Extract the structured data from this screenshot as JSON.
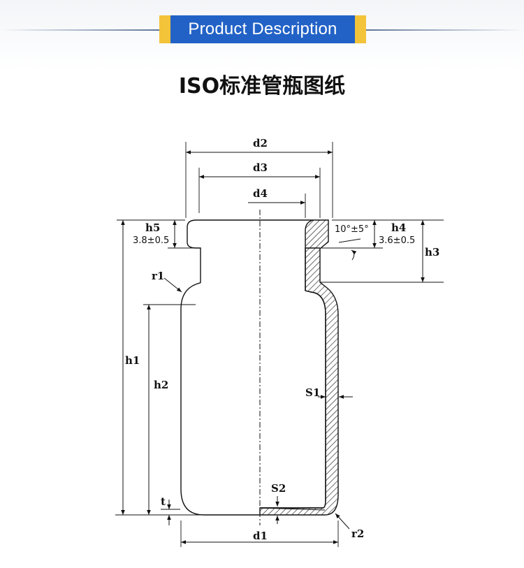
{
  "banner": {
    "title": "Product Description"
  },
  "heading": "ISO标准管瓶图纸",
  "labels": {
    "d2": "d2",
    "d3": "d3",
    "d4": "d4",
    "d1": "d1",
    "h1": "h1",
    "h2": "h2",
    "h3": "h3",
    "h4": "h4",
    "h5": "h5",
    "r1": "r1",
    "r2": "r2",
    "s1": "S1",
    "s2": "S2",
    "t": "t"
  },
  "values": {
    "h5": "3.8±0.5",
    "h4": "3.6±0.5",
    "angle": "10°±5°"
  },
  "colors": {
    "banner_bg": "#2262c6",
    "banner_accent": "#f3c33a",
    "line": "#111111"
  }
}
